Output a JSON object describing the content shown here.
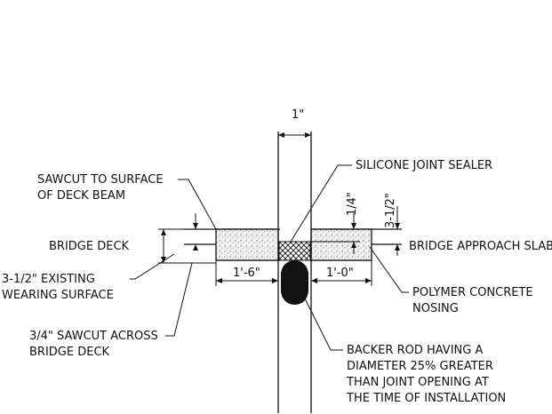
{
  "labels": {
    "sawcut_surface_1": "SAWCUT TO SURFACE",
    "sawcut_surface_2": "OF DECK BEAM",
    "silicone": "SILICONE JOINT SEALER",
    "bridge_deck": "BRIDGE DECK",
    "approach_slab": "BRIDGE APPROACH SLAB",
    "existing_1": "3-1/2\" EXISTING",
    "existing_2": "WEARING SURFACE",
    "polymer_1": "POLYMER CONCRETE",
    "polymer_2": "NOSING",
    "sawcut_across_1": "3/4\" SAWCUT ACROSS",
    "sawcut_across_2": "BRIDGE DECK",
    "backer_1": "BACKER ROD HAVING A",
    "backer_2": "DIAMETER 25% GREATER",
    "backer_3": "THAN JOINT OPENING AT",
    "backer_4": "THE TIME OF INSTALLATION"
  },
  "dimensions": {
    "joint_width": "1\"",
    "left_nosing": "1'-6\"",
    "right_nosing": "1'-0\"",
    "sealer_depth": "1/4\"",
    "slab_depth": "3-1/2\""
  }
}
